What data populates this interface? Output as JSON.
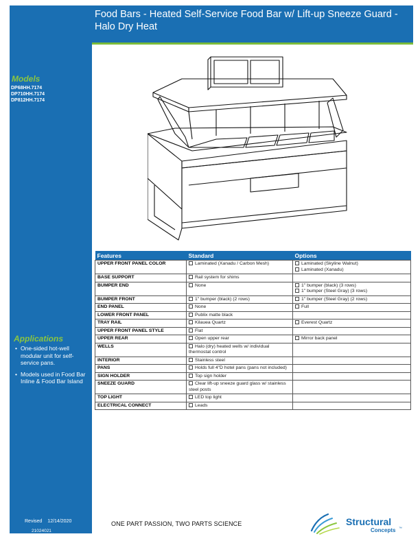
{
  "title": "Food Bars - Heated Self-Service Food Bar w/ Lift-up Sneeze Guard - Halo Dry Heat",
  "models": {
    "label": "Models",
    "items": [
      "DP68HH.7174",
      "DP710HH.7174",
      "DP812HH.7174"
    ]
  },
  "applications": {
    "label": "Applications",
    "items": [
      "One-sided hot-well modular unit for self-service pans.",
      "Models used in Food Bar Inline & Food Bar Island"
    ]
  },
  "table": {
    "headers": [
      "Features",
      "Standard",
      "Options"
    ],
    "rows": [
      {
        "feature": "UPPER FRONT PANEL COLOR",
        "standard": [
          "Laminated (Xanadu / Carbon Mesh)"
        ],
        "options": [
          "Laminated (Skyline Walnut)",
          "Laminated (Xanadu)"
        ]
      },
      {
        "feature": "BASE SUPPORT",
        "standard": [
          "Rail system for shims"
        ],
        "options": []
      },
      {
        "feature": "BUMPER END",
        "standard": [
          "None"
        ],
        "options": [
          "1\" bumper (black) (3 rows)",
          "1\" bumper (Steel Gray) (3 rows)"
        ]
      },
      {
        "feature": "BUMPER FRONT",
        "standard": [
          "1\" bumper (black) (2 rows)"
        ],
        "options": [
          "1\" bumper (Steel Gray) (2 rows)"
        ]
      },
      {
        "feature": "END PANEL",
        "standard": [
          "None"
        ],
        "options": [
          "Full"
        ]
      },
      {
        "feature": "LOWER FRONT PANEL",
        "standard": [
          "Publix matte black"
        ],
        "options": []
      },
      {
        "feature": "TRAY RAIL",
        "standard": [
          "Kilauea Quartz"
        ],
        "options": [
          "Everest Quartz"
        ]
      },
      {
        "feature": "UPPER FRONT PANEL STYLE",
        "standard": [
          "Flat"
        ],
        "options": []
      },
      {
        "feature": "UPPER REAR",
        "standard": [
          "Open upper rear"
        ],
        "options": [
          "Mirror back panel"
        ]
      },
      {
        "feature": "WELLS",
        "standard": [
          "Halo (dry) heated wells w/ individual thermostat control"
        ],
        "options": []
      },
      {
        "feature": "INTERIOR",
        "standard": [
          "Stainless steel"
        ],
        "options": []
      },
      {
        "feature": "PANS",
        "standard": [
          "Holds full 4\"D hotel pans (pans not included)"
        ],
        "options": []
      },
      {
        "feature": "SIGN HOLDER",
        "standard": [
          "Top sign holder"
        ],
        "options": []
      },
      {
        "feature": "SNEEZE GUARD",
        "standard": [
          "Clear lift-up sneeze guard glass w/ stainless steel posts"
        ],
        "options": []
      },
      {
        "feature": "TOP LIGHT",
        "standard": [
          "LED top light"
        ],
        "options": []
      },
      {
        "feature": "ELECTRICAL CONNECT",
        "standard": [
          "Leads"
        ],
        "options": []
      }
    ]
  },
  "footer": {
    "revised_label": "Revised",
    "revised_date": "12/14/2020",
    "doc_number": "21024021",
    "tagline": "ONE PART PASSION, TWO PARTS SCIENCE",
    "logo_line1": "Structural",
    "logo_line2": "Concepts",
    "logo_tm": "™"
  },
  "colors": {
    "brand_blue": "#1a6fb3",
    "accent_green": "#8cc63f"
  }
}
